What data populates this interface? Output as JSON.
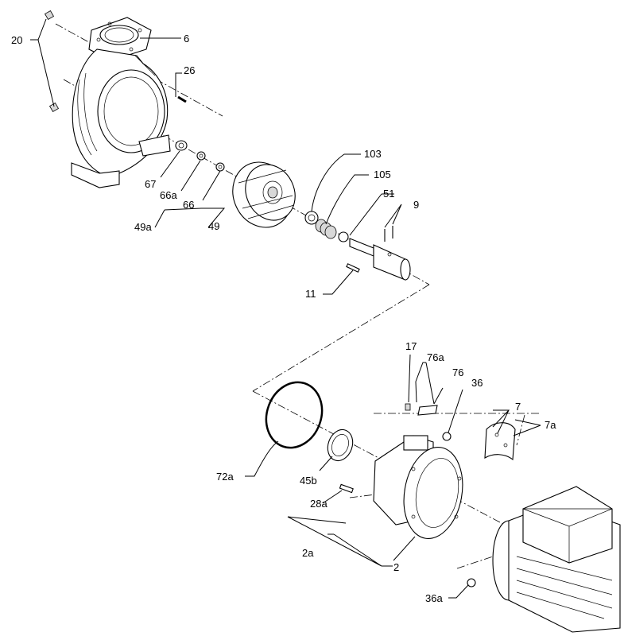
{
  "labels": {
    "p20": "20",
    "p6": "6",
    "p26": "26",
    "p67": "67",
    "p66a": "66a",
    "p49a": "49a",
    "p66": "66",
    "p49": "49",
    "p103": "103",
    "p105": "105",
    "p51": "51",
    "p9": "9",
    "p11": "11",
    "p17": "17",
    "p76a": "76a",
    "p76": "76",
    "p36": "36",
    "p7": "7",
    "p7a": "7a",
    "p72a": "72a",
    "p45b": "45b",
    "p28a": "28a",
    "p2a": "2a",
    "p2": "2",
    "p36a": "36a"
  }
}
